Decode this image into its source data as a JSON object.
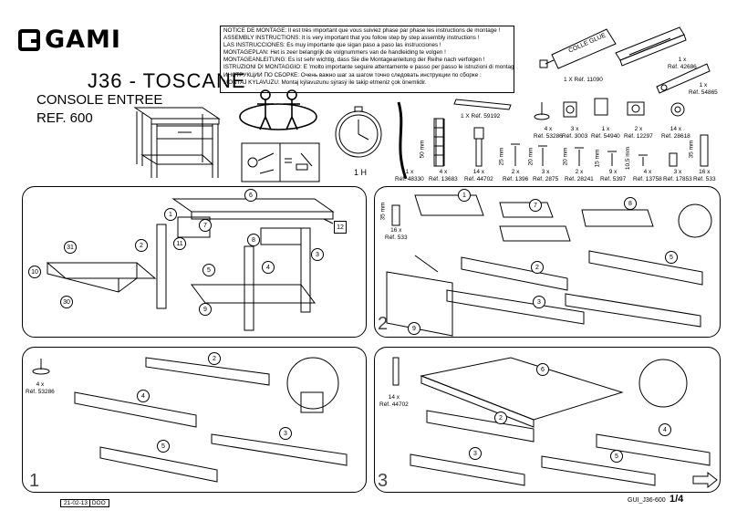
{
  "brand": "GAMI",
  "model": "J36 - TOSCANE",
  "product": "CONSOLE ENTREE",
  "ref": "REF. 600",
  "notice": [
    "NOTICE DE MONTAGE: Il est très important que vous suiviez phase par phase les instructions de montage !",
    "ASSEMBLY INSTRUCTIONS: It is very important that you follow step by step assembly instructions !",
    "LAS INSTRUCCIONES: Es muy importante que sigan paso a paso las instrucciones !",
    "MONTAGEPLAN: Het is zeer belangrijk de volgnummers van de handleiding te volgen !",
    "MONTAGEANLEITUNG: Es ist sehr wichtig, dass Sie die Montageanleitung der Reihe nach verfolgen !",
    "ISTRUZIONI DI MONTAGGIO: E 'molto importante seguire attentamente e passo per passo le istruzioni di montaggio!",
    "ИНСТРУКЦИИ ПО СБОРКЕ: Очень важно шаг за шагом точно следовать инструкции по сборке :",
    "MONTAJ KYLAVUZU: Montaj kýlavuzunu sýrasý ile takip etmeniz çok önemlidir."
  ],
  "time": "1 H",
  "glue_label": "COLLE GLUE",
  "hardware_top": [
    {
      "qty": "1 X Réf. 11090"
    },
    {
      "qty": "1 x",
      "ref": "Réf. 42686"
    },
    {
      "qty": "1 x",
      "ref": "Réf. 54865"
    },
    {
      "qty": "1 X Réf. 59192"
    }
  ],
  "fittings": [
    {
      "qty": "4 x",
      "ref": "Réf. 53286"
    },
    {
      "qty": "3 x",
      "ref": "Réf. 3003"
    },
    {
      "qty": "1 x",
      "ref": "Réf. 54940"
    },
    {
      "qty": "2 x",
      "ref": "Réf. 12297"
    },
    {
      "qty": "14 x",
      "ref": "Réf. 28618"
    }
  ],
  "screws": [
    {
      "qty": "1 x",
      "ref": "Réf. 48330",
      "size": ""
    },
    {
      "qty": "4 x",
      "ref": "Réf. 13683",
      "size": "50 mm"
    },
    {
      "qty": "14 x",
      "ref": "Réf. 44702",
      "size": ""
    },
    {
      "qty": "2 x",
      "ref": "Réf. 1396",
      "size": "25 mm"
    },
    {
      "qty": "3 x",
      "ref": "Réf. 2875",
      "size": "20 mm"
    },
    {
      "qty": "2 x",
      "ref": "Réf. 28241",
      "size": "20 mm"
    },
    {
      "qty": "9 x",
      "ref": "Réf. 5397",
      "size": "15 mm"
    },
    {
      "qty": "4 x",
      "ref": "Réf. 13758",
      "size": "10,5 mm"
    },
    {
      "qty": "3 x",
      "ref": "Réf. 17853",
      "size": ""
    },
    {
      "qty": "16 x",
      "ref": "Réf. 533",
      "size": "35 mm"
    }
  ],
  "overview_parts": [
    "1",
    "2",
    "3",
    "4",
    "5",
    "6",
    "7",
    "8",
    "9",
    "10",
    "11",
    "12",
    "30",
    "31"
  ],
  "step1": {
    "number": "1",
    "qty": "4 x",
    "ref": "Réf. 53286",
    "parts": [
      "2",
      "4",
      "3",
      "5"
    ]
  },
  "step2": {
    "number": "2",
    "dowel_size": "35 mm",
    "qty": "16 x",
    "ref": "Réf. 533",
    "parts": [
      "1",
      "7",
      "8",
      "2",
      "5",
      "3",
      "9"
    ]
  },
  "step3": {
    "number": "3",
    "qty": "14 x",
    "ref": "Réf. 44702",
    "parts": [
      "6",
      "2",
      "4",
      "3",
      "5"
    ]
  },
  "footer": {
    "date": "21-02-13",
    "box": "DOO",
    "code": "GUI_J36-600",
    "page": "1/4"
  }
}
